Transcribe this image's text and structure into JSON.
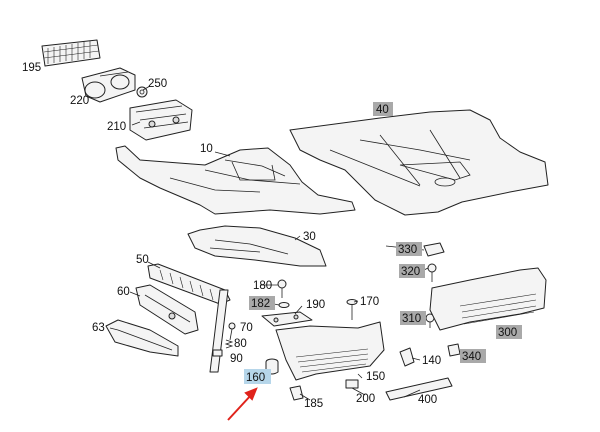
{
  "callouts": [
    {
      "id": "p195",
      "text": "195",
      "highlight": "none"
    },
    {
      "id": "p220",
      "text": "220",
      "highlight": "none"
    },
    {
      "id": "p250",
      "text": "250",
      "highlight": "none"
    },
    {
      "id": "p210",
      "text": "210",
      "highlight": "none"
    },
    {
      "id": "p40",
      "text": "40",
      "highlight": "grey"
    },
    {
      "id": "p10",
      "text": "10",
      "highlight": "none"
    },
    {
      "id": "p30",
      "text": "30",
      "highlight": "none"
    },
    {
      "id": "p330",
      "text": "330",
      "highlight": "grey"
    },
    {
      "id": "p320",
      "text": "320",
      "highlight": "grey"
    },
    {
      "id": "p50",
      "text": "50",
      "highlight": "none"
    },
    {
      "id": "p180",
      "text": "180",
      "highlight": "none"
    },
    {
      "id": "p60",
      "text": "60",
      "highlight": "none"
    },
    {
      "id": "p182",
      "text": "182",
      "highlight": "grey"
    },
    {
      "id": "p190",
      "text": "190",
      "highlight": "none"
    },
    {
      "id": "p170",
      "text": "170",
      "highlight": "none"
    },
    {
      "id": "p310",
      "text": "310",
      "highlight": "grey"
    },
    {
      "id": "p300",
      "text": "300",
      "highlight": "grey"
    },
    {
      "id": "p63",
      "text": "63",
      "highlight": "none"
    },
    {
      "id": "p70",
      "text": "70",
      "highlight": "none"
    },
    {
      "id": "p80",
      "text": "80",
      "highlight": "none"
    },
    {
      "id": "p90",
      "text": "90",
      "highlight": "none"
    },
    {
      "id": "p140",
      "text": "140",
      "highlight": "none"
    },
    {
      "id": "p340",
      "text": "340",
      "highlight": "grey"
    },
    {
      "id": "p160",
      "text": "160",
      "highlight": "blue"
    },
    {
      "id": "p150",
      "text": "150",
      "highlight": "none"
    },
    {
      "id": "p185",
      "text": "185",
      "highlight": "none"
    },
    {
      "id": "p200",
      "text": "200",
      "highlight": "none"
    },
    {
      "id": "p400",
      "text": "400",
      "highlight": "none"
    }
  ],
  "colors": {
    "highlight_grey": "#a9a9a9",
    "highlight_blue": "#b6d6ea",
    "pointer_arrow": "#e0231b"
  }
}
